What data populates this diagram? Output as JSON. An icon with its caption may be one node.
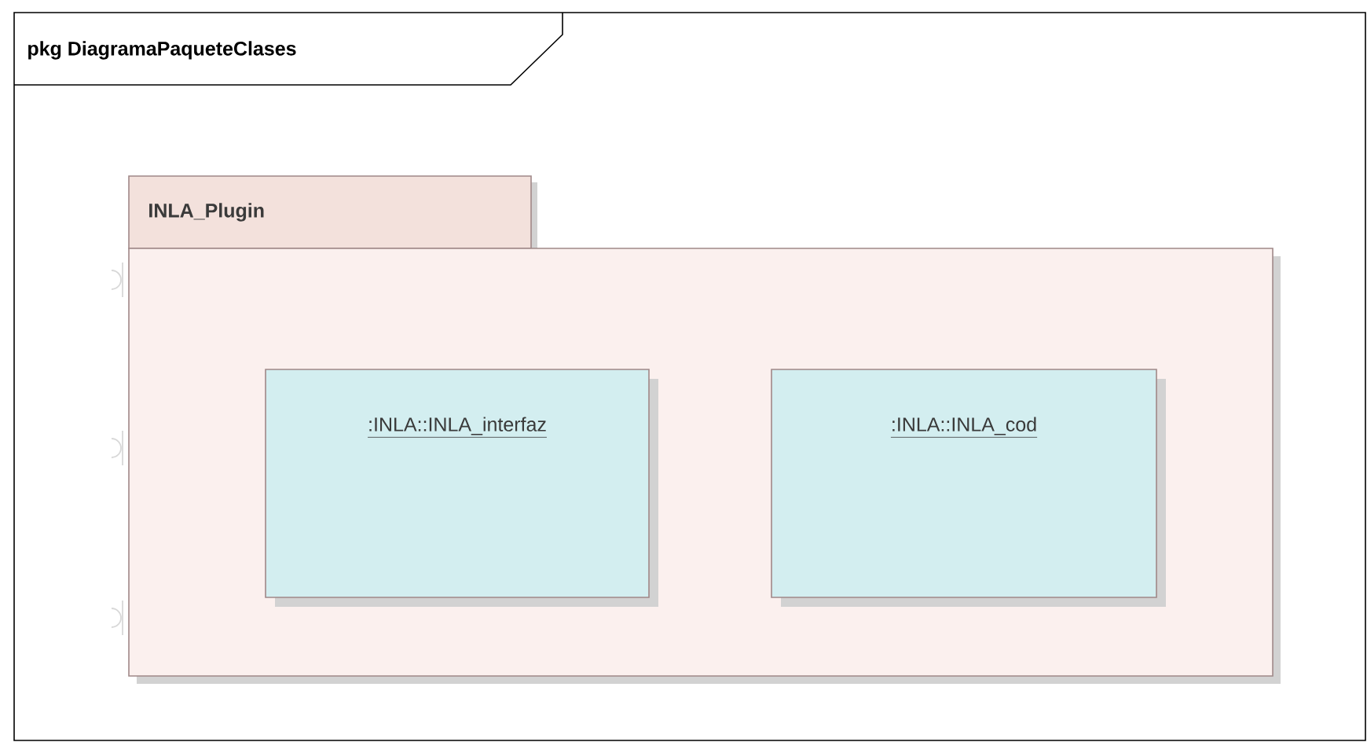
{
  "diagram": {
    "nodes": [
      {
        "text": [
          "pkg DiagramaPaqueteClases"
        ]
      },
      {
        "text": [
          "INLA_Plugin"
        ],
        "in": 0
      },
      {
        "text": [
          ":INLA::INLA_interfaz"
        ],
        "in": 1
      },
      {
        "text": [
          ":INLA::INLA_cod"
        ],
        "in": 1
      }
    ]
  }
}
